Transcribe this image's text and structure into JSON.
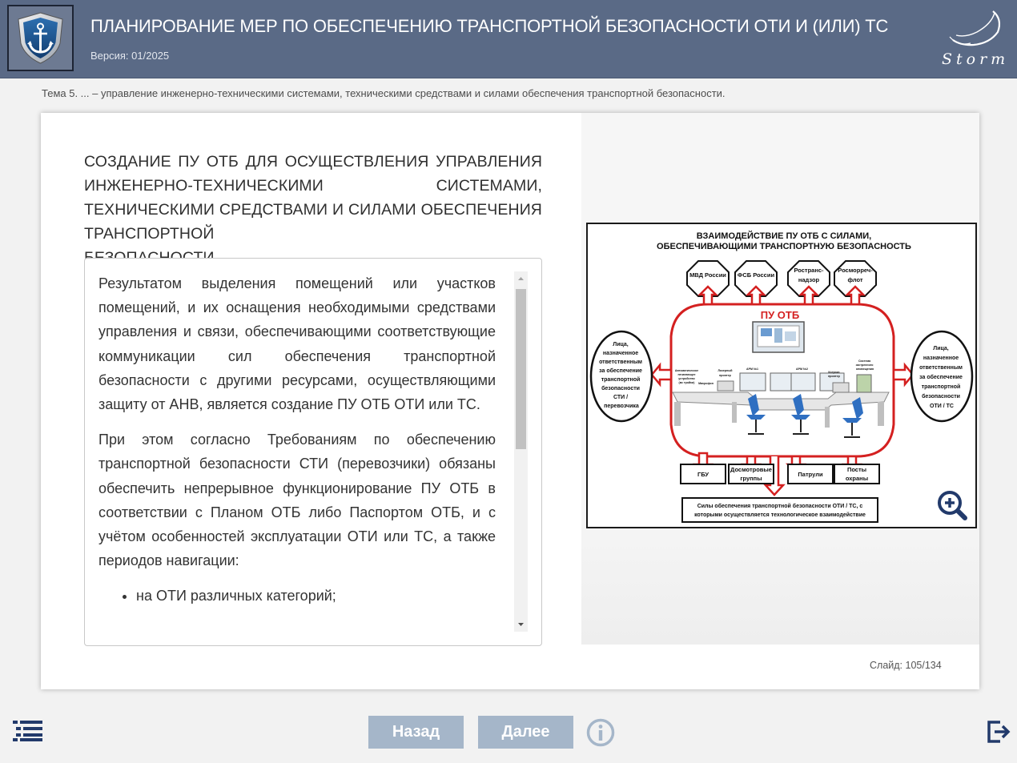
{
  "header": {
    "title": "ПЛАНИРОВАНИЕ МЕР ПО ОБЕСПЕЧЕНИЮ ТРАНСПОРТНОЙ БЕЗОПАСНОСТИ ОТИ И (ИЛИ) ТС",
    "version": "Версия: 01/2025",
    "brand": "Storm"
  },
  "topic": "Тема 5. ... – управление инженерно-техническими системами, техническими средствами и силами обеспечения транспортной безопасности.",
  "slide": {
    "heading_main": "СОЗДАНИЕ ПУ ОТБ ДЛЯ ОСУЩЕСТВЛЕНИЯ УПРАВЛЕНИЯ ИНЖЕНЕРНО-ТЕХНИЧЕСКИМИ СИСТЕМАМИ, ТЕХНИЧЕСКИМИ СРЕДСТВАМИ И СИЛАМИ ОБЕСПЕЧЕНИЯ ТРАНСПОРТНОЙ",
    "heading_last": "БЕЗОПАСНОСТИ",
    "paragraphs": [
      "Результатом выделения помещений или участков помещений, и их оснащения необходимыми средствами управления и связи, обеспечивающими соответствующие коммуникации сил обеспечения транспортной безопасности с другими ресурсами, осуществляющими защиту от АНВ, является создание ПУ ОТБ ОТИ или ТС.",
      "При этом согласно Требованиям по обеспечению транспортной безопасности СТИ (перевозчики) обязаны обеспечить непрерывное функционирование ПУ ОТБ в соответствии с Планом ОТБ либо Паспортом ОТБ, и с учётом особенностей эксплуатации ОТИ или ТС, а также периодов навигации:"
    ],
    "bullets": [
      "на ОТИ различных категорий;"
    ],
    "counter_label": "Слайд:",
    "counter_value": "105/134"
  },
  "diagram": {
    "title_line1": "ВЗАИМОДЕЙСТВИЕ ПУ ОТБ С СИЛАМИ,",
    "title_line2": "ОБЕСПЕЧИВАЮЩИМИ ТРАНСПОРТНУЮ БЕЗОПАСНОСТЬ",
    "top_agencies": [
      {
        "l1": "МВД России",
        "l2": ""
      },
      {
        "l1": "ФСБ России",
        "l2": ""
      },
      {
        "l1": "Ространс-",
        "l2": "надзор"
      },
      {
        "l1": "Росморреч-",
        "l2": "флот"
      }
    ],
    "center": "ПУ ОТБ",
    "left_oval": [
      "Лица,",
      "назначенное",
      "ответственным",
      "за обеспечение",
      "транспортной",
      "безопасности",
      "СТИ /",
      "перевозчика"
    ],
    "right_oval": [
      "Лица,",
      "назначенное",
      "ответственным",
      "за обеспечение",
      "транспортной",
      "безопасности",
      "ОТИ / ТС"
    ],
    "equipment_labels": [
      "Автоматическое",
      "печатающее",
      "устройство",
      "(вс тройки)",
      "Микрофон",
      "Лазерный",
      "принтер",
      "АРМ №1",
      "АРМ №2",
      "Ксерокс",
      "принтер",
      "Система",
      "экстренного",
      "оповещения"
    ],
    "bottom_units": [
      {
        "l1": "ГБУ",
        "l2": ""
      },
      {
        "l1": "Досмотровые",
        "l2": "группы"
      },
      {
        "l1": "Патрули",
        "l2": ""
      },
      {
        "l1": "Посты",
        "l2": "охраны"
      }
    ],
    "footer_line1": "Силы обеспечения транспортной безопасности ОТИ / ТС, с",
    "footer_line2": "которыми осуществляется технологическое взаимодействие",
    "accent": "#d42020"
  },
  "nav": {
    "back": "Назад",
    "next": "Далее"
  },
  "icons": {
    "logo": "anchor-shield-icon",
    "menu": "menu-list-icon",
    "info": "info-icon",
    "exit": "exit-icon",
    "zoom": "zoom-in-icon"
  },
  "colors": {
    "header_bg": "#5a6a86",
    "button_bg": "#a5b6c9",
    "icon_dark": "#223a6b"
  }
}
